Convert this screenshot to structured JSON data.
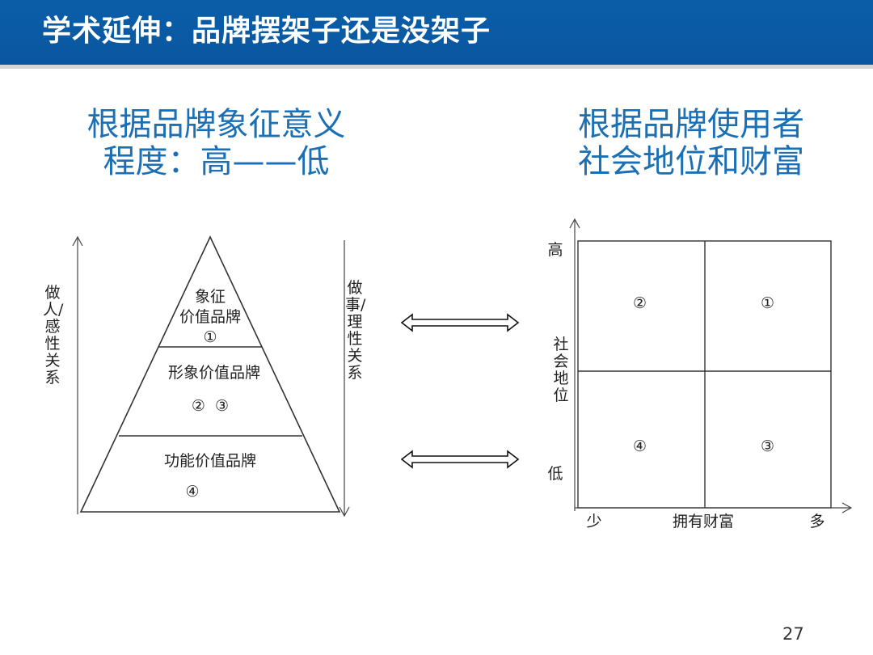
{
  "title": "学术延伸：品牌摆架子还是没架子",
  "left_heading": {
    "line1": "根据品牌象征意义",
    "line2": "程度：高——低"
  },
  "right_heading": {
    "line1": "根据品牌使用者",
    "line2": "社会地位和财富"
  },
  "pyramid": {
    "left_axis_label": "做人/感性关系",
    "right_axis_label": "做事/理性关系",
    "top_tier": {
      "line1": "象征",
      "line2": "价值品牌",
      "marker": "①"
    },
    "middle_tier": {
      "label": "形象价值品牌",
      "markers": "②  ③"
    },
    "bottom_tier": {
      "label": "功能价值品牌",
      "marker": "④"
    }
  },
  "matrix": {
    "y_high": "高",
    "y_label": "社会地位",
    "y_low": "低",
    "x_low": "少",
    "x_label": "拥有财富",
    "x_high": "多",
    "cells": {
      "top_left": "②",
      "top_right": "①",
      "bottom_left": "④",
      "bottom_right": "③"
    }
  },
  "page_number": "27"
}
